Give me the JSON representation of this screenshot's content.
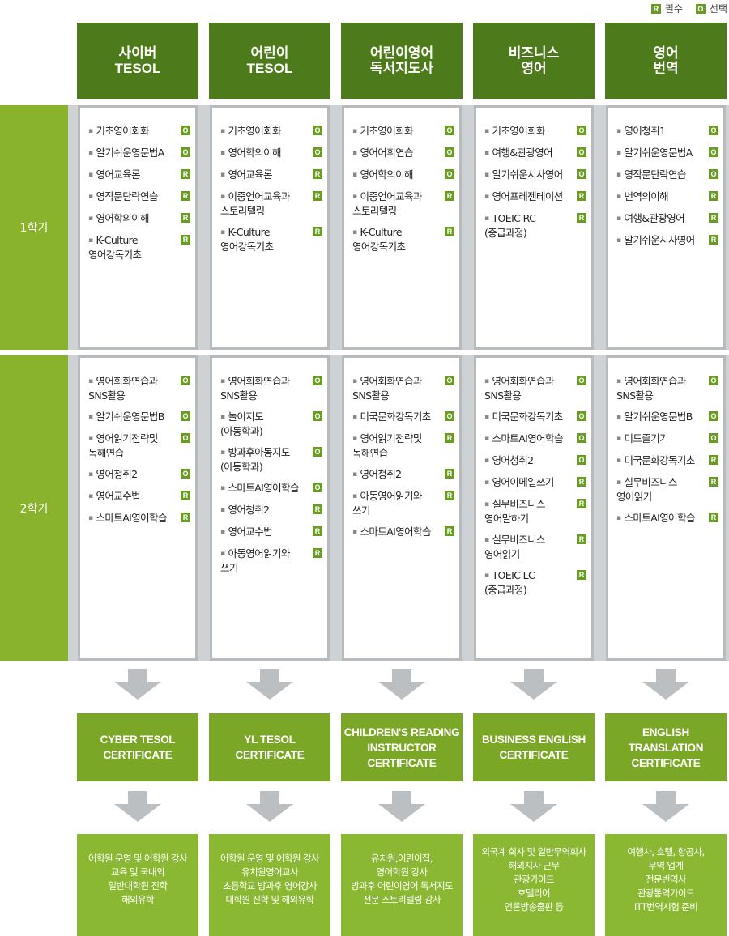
{
  "legend": {
    "required": {
      "badge": "R",
      "label": "필수"
    },
    "optional": {
      "badge": "O",
      "label": "선택"
    }
  },
  "semesters": [
    "1학기",
    "2학기"
  ],
  "colors": {
    "header": "#4d7a1a",
    "semester": "#89b22d",
    "certificate": "#7ba726",
    "career": "#8bb832",
    "badge": "#6a9b25",
    "band": "#cfd2d4"
  },
  "tracks": [
    {
      "title": "사이버\nTESOL",
      "sem1": [
        {
          "name": "기초영어회화",
          "type": "O"
        },
        {
          "name": "알기쉬운영문법A",
          "type": "O"
        },
        {
          "name": "영어교육론",
          "type": "R"
        },
        {
          "name": "영작문단락연습",
          "type": "R"
        },
        {
          "name": "영어학의이해",
          "type": "R"
        },
        {
          "name": "K-Culture\n영어강독기초",
          "type": "R"
        }
      ],
      "sem2": [
        {
          "name": "영어회화연습과\nSNS활용",
          "type": "O"
        },
        {
          "name": "알기쉬운영문법B",
          "type": "O"
        },
        {
          "name": "영어읽기전략및\n독해연습",
          "type": "O"
        },
        {
          "name": "영어청취2",
          "type": "O"
        },
        {
          "name": "영어교수법",
          "type": "R"
        },
        {
          "name": "스마트AI영어학습",
          "type": "R"
        }
      ],
      "certificate": "CYBER TESOL\nCERTIFICATE",
      "career": "어학원 운영 및 어학원 강사\n교육 및 국내외\n일반대학원 진학\n해외유학"
    },
    {
      "title": "어린이\nTESOL",
      "sem1": [
        {
          "name": "기초영어회화",
          "type": "O"
        },
        {
          "name": "영어학의이해",
          "type": "O"
        },
        {
          "name": "영어교육론",
          "type": "R"
        },
        {
          "name": "이중언어교육과\n스토리텔링",
          "type": "R"
        },
        {
          "name": "K-Culture\n영어강독기초",
          "type": "R"
        }
      ],
      "sem2": [
        {
          "name": "영어회화연습과\nSNS활용",
          "type": "O"
        },
        {
          "name": "놀이지도\n(아동학과)",
          "type": "O"
        },
        {
          "name": "방과후아동지도\n(아동학과)",
          "type": "O"
        },
        {
          "name": "스마트AI영어학습",
          "type": "O"
        },
        {
          "name": "영어청취2",
          "type": "R"
        },
        {
          "name": "영어교수법",
          "type": "R"
        },
        {
          "name": "아동영어읽기와\n쓰기",
          "type": "R"
        }
      ],
      "certificate": "YL TESOL\nCERTIFICATE",
      "career": "어학원 운영 및 어학원 강사\n유치원영어교사\n초등학교 방과후 영어강사\n대학원 진학 및 해외유학"
    },
    {
      "title": "어린이영어\n독서지도사",
      "sem1": [
        {
          "name": "기초영어회화",
          "type": "O"
        },
        {
          "name": "영어어휘연습",
          "type": "O"
        },
        {
          "name": "영어학의이해",
          "type": "O"
        },
        {
          "name": "이중언어교육과\n스토리텔링",
          "type": "R"
        },
        {
          "name": "K-Culture\n영어강독기초",
          "type": "R"
        }
      ],
      "sem2": [
        {
          "name": "영어회화연습과\nSNS활용",
          "type": "O"
        },
        {
          "name": "미국문화강독기초",
          "type": "O"
        },
        {
          "name": "영어읽기전략및\n독해연습",
          "type": "R"
        },
        {
          "name": "영어청취2",
          "type": "R"
        },
        {
          "name": "아동영어읽기와\n쓰기",
          "type": "R"
        },
        {
          "name": "스마트AI영어학습",
          "type": "R"
        }
      ],
      "certificate": "CHILDREN'S READING\nINSTRUCTOR\nCERTIFICATE",
      "career": "유치원,어린이집,\n영어학원 강사\n방과후 어린이영어 독서지도\n전문 스토리텔링 강사"
    },
    {
      "title": "비즈니스\n영어",
      "sem1": [
        {
          "name": "기초영어회화",
          "type": "O"
        },
        {
          "name": "여행&관광영어",
          "type": "O"
        },
        {
          "name": "알기쉬운시사영어",
          "type": "O"
        },
        {
          "name": "영어프레젠테이션",
          "type": "R"
        },
        {
          "name": "TOEIC RC\n(중급과정)",
          "type": "R"
        }
      ],
      "sem2": [
        {
          "name": "영어회화연습과\nSNS활용",
          "type": "O"
        },
        {
          "name": "미국문화강독기초",
          "type": "O"
        },
        {
          "name": "스마트AI영어학습",
          "type": "O"
        },
        {
          "name": "영어청취2",
          "type": "O"
        },
        {
          "name": "영어이메일쓰기",
          "type": "R"
        },
        {
          "name": "실무비즈니스\n영어말하기",
          "type": "R"
        },
        {
          "name": "실무비즈니스\n영어읽기",
          "type": "R"
        },
        {
          "name": "TOEIC LC\n(중급과정)",
          "type": "R"
        }
      ],
      "certificate": "BUSINESS ENGLISH\nCERTIFICATE",
      "career": "외국계 회사 및 일반무역회사\n해외지사 근무\n관광가이드\n호텔리어\n언론방송출판 등"
    },
    {
      "title": "영어\n번역",
      "sem1": [
        {
          "name": "영어청취1",
          "type": "O"
        },
        {
          "name": "알기쉬운영문법A",
          "type": "O"
        },
        {
          "name": "영작문단락연습",
          "type": "O"
        },
        {
          "name": "번역의이해",
          "type": "R"
        },
        {
          "name": "여행&관광영어",
          "type": "R"
        },
        {
          "name": "알기쉬운시사영어",
          "type": "R"
        }
      ],
      "sem2": [
        {
          "name": "영어회화연습과\nSNS활용",
          "type": "O"
        },
        {
          "name": "알기쉬운영문법B",
          "type": "O"
        },
        {
          "name": "미드즐기기",
          "type": "O"
        },
        {
          "name": "미국문화강독기초",
          "type": "R"
        },
        {
          "name": "실무비즈니스\n영어읽기",
          "type": "R"
        },
        {
          "name": "스마트AI영어학습",
          "type": "R"
        }
      ],
      "certificate": "ENGLISH\nTRANSLATION\nCERTIFICATE",
      "career": "여행사, 호텔, 항공사,\n무역 업계\n전문번역사\n관광통역가이드\nITT번역시험 준비"
    }
  ]
}
